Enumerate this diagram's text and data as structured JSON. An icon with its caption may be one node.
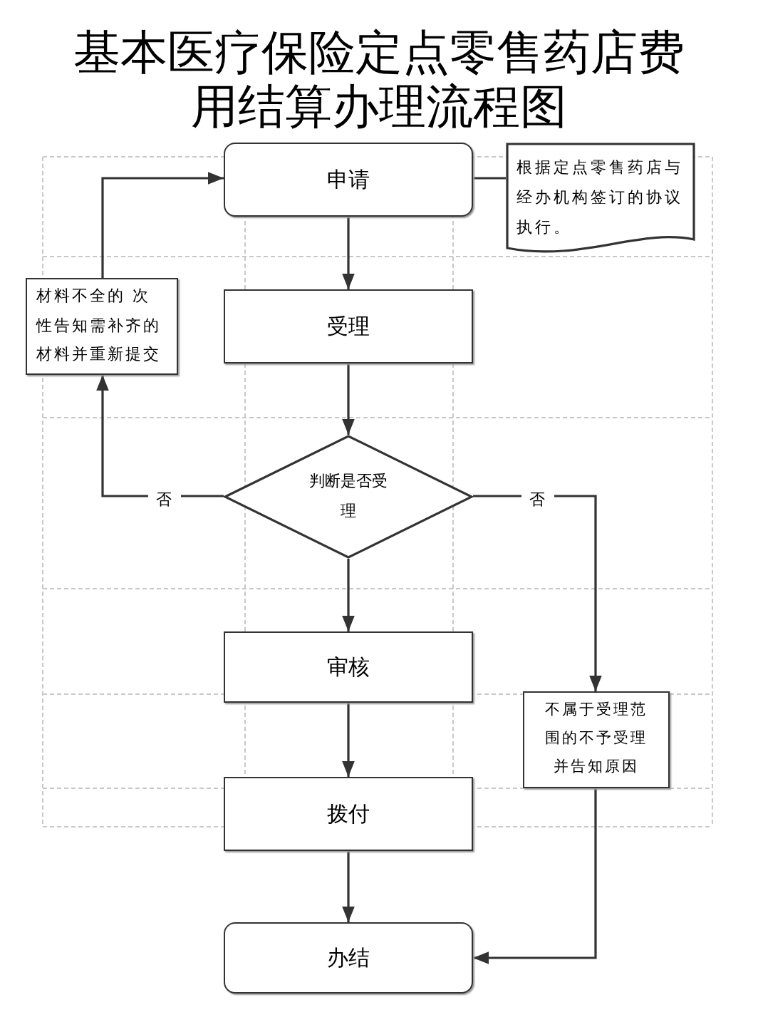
{
  "diagram": {
    "title": "基本医疗保险定点零售药店费用结算办理流程图",
    "nodes": [
      {
        "text": [
          "申请"
        ]
      },
      {
        "text": [
          "根据定点零售药店与经办机构签订的协议执行。"
        ]
      },
      {
        "text": [
          "受理"
        ]
      },
      {
        "text": [
          "材料不全的 次性告知需补齐的材料并重新提交"
        ]
      },
      {
        "text": [
          "判断是否受理"
        ]
      },
      {
        "text": [
          "审核"
        ]
      },
      {
        "text": [
          "不属于受理范围的不予受理并告知原因"
        ]
      },
      {
        "text": [
          "拨付"
        ]
      },
      {
        "text": [
          "办结"
        ]
      }
    ],
    "edges": [
      {
        "from": 0,
        "to": 2,
        "arrow": "to"
      },
      {
        "from": 2,
        "to": 4,
        "arrow": "to"
      },
      {
        "from": 4,
        "to": 3,
        "arrow": "to",
        "label": "否"
      },
      {
        "from": 3,
        "to": 0,
        "arrow": "to"
      },
      {
        "from": 4,
        "to": 6,
        "arrow": "to",
        "label": "否"
      },
      {
        "from": 4,
        "to": 5,
        "arrow": "to"
      },
      {
        "from": 5,
        "to": 7,
        "arrow": "to"
      },
      {
        "from": 7,
        "to": 8,
        "arrow": "to"
      },
      {
        "from": 6,
        "to": 8,
        "arrow": "to"
      },
      {
        "from": 0,
        "to": 1,
        "arrow": "none"
      }
    ]
  }
}
